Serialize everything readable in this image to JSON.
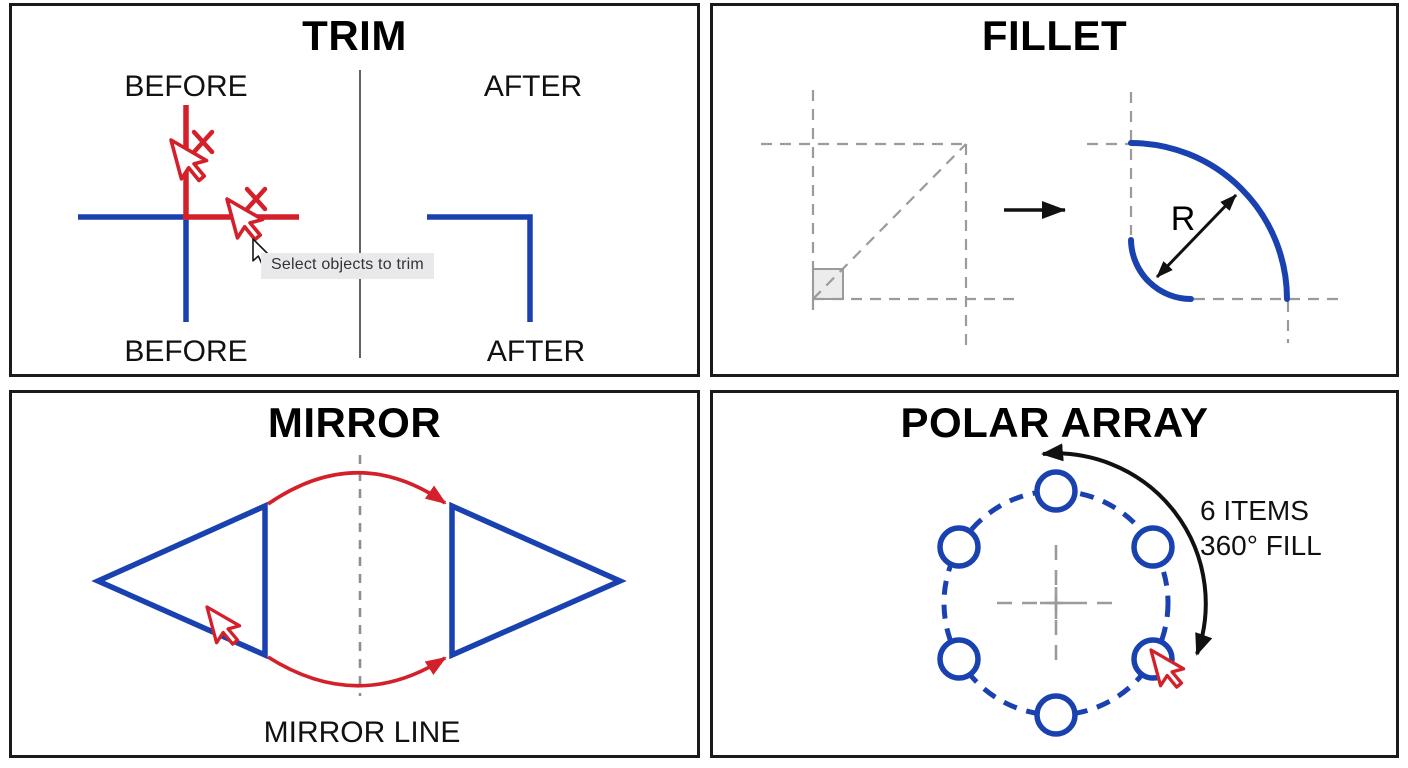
{
  "panels": {
    "trim": {
      "title": "TRIM",
      "before_top": "BEFORE",
      "after_top": "AFTER",
      "before_bottom": "BEFORE",
      "after_bottom": "AFTER",
      "tooltip": "Select objects to trim"
    },
    "fillet": {
      "title": "FILLET",
      "radius_label": "R"
    },
    "mirror": {
      "title": "MIRROR",
      "axis_label": "MIRROR LINE"
    },
    "polar": {
      "title": "POLAR ARRAY",
      "annotation_line1": "6 ITEMS",
      "annotation_line2": "360° FILL",
      "item_count": 6,
      "fill_angle_degrees": 360
    }
  },
  "icons": {
    "trim_cursor_upper": "arrow-pointer-icon",
    "trim_cursor_lower": "arrow-pointer-icon",
    "trim_system_cursor": "arrow-pointer-icon",
    "trim_delete_mark_upper": "x-mark-icon",
    "trim_delete_mark_lower": "x-mark-icon",
    "mirror_cursor": "arrow-pointer-icon",
    "polar_cursor": "arrow-pointer-icon"
  },
  "colors": {
    "blue": "#1a41b0",
    "red": "#d4202a",
    "dash_gray": "#9b9b9b",
    "mirror_dash_gray": "#8f8f8f",
    "divider_gray": "#3c3c3c",
    "black": "#111111",
    "tooltip_bg": "#e9e9ec",
    "tooltip_text": "#333333",
    "panel_border": "#1a1a1a",
    "square_fill": "#ececec"
  }
}
